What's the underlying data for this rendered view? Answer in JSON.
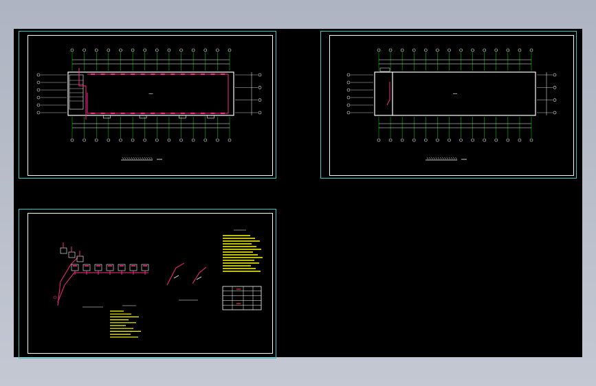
{
  "viewport": {
    "background": "#000000",
    "sheet_border_color": "#2fc9c9",
    "line_color": "#ffffff"
  },
  "sheets": [
    {
      "id": "plan-1",
      "title": "",
      "has_annotations": true
    },
    {
      "id": "plan-2",
      "title": "",
      "has_annotations": false
    },
    {
      "id": "system-diagram",
      "title": "",
      "has_table": true
    }
  ],
  "colors": {
    "pipe": "#ff2a8a",
    "dim": "#00e000",
    "text": "#ffffff",
    "notes": "#ffff00",
    "table_red": "#ff3333"
  }
}
